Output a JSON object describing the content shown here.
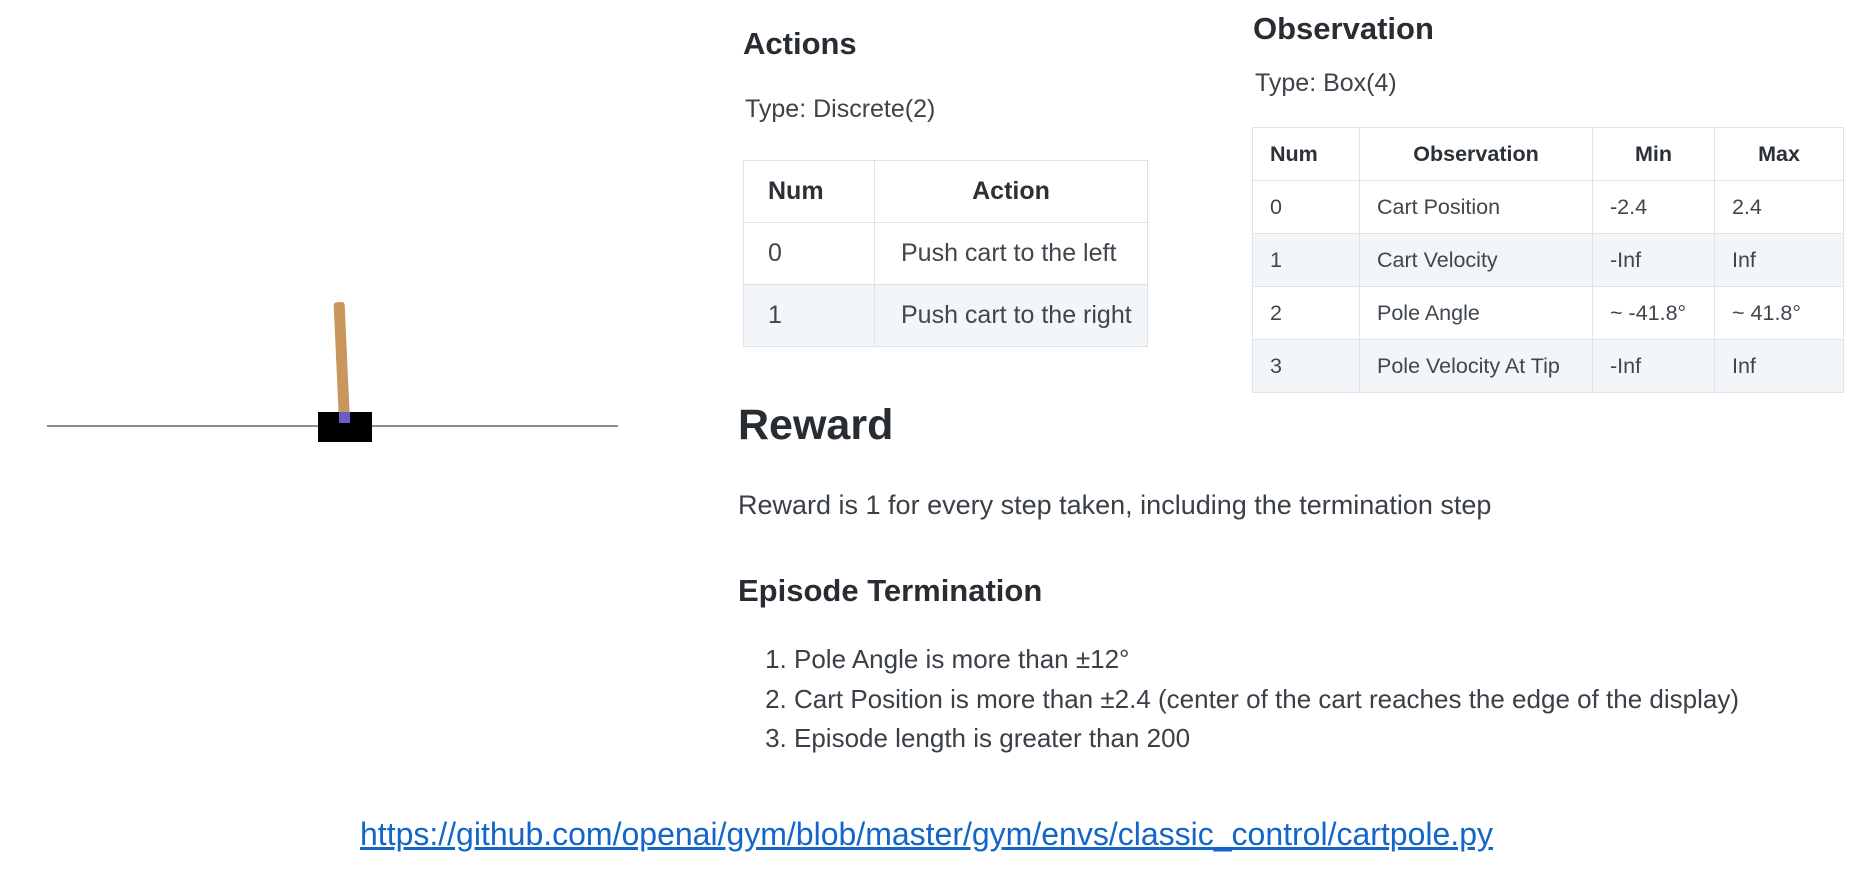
{
  "cartpole": {
    "description": "cartpole environment rendering",
    "track_color": "#8c8c8c",
    "cart_color": "#000000",
    "pole_color": "#c9975c",
    "axle_color": "#6c5ec9"
  },
  "actions": {
    "heading": "Actions",
    "type_label": "Type: Discrete(2)",
    "table": {
      "headers": [
        "Num",
        "Action"
      ],
      "rows": [
        [
          "0",
          "Push cart to the left"
        ],
        [
          "1",
          "Push cart to the right"
        ]
      ]
    }
  },
  "observation": {
    "heading": "Observation",
    "type_label": "Type: Box(4)",
    "table": {
      "headers": [
        "Num",
        "Observation",
        "Min",
        "Max"
      ],
      "rows": [
        [
          "0",
          "Cart Position",
          "-2.4",
          "2.4"
        ],
        [
          "1",
          "Cart Velocity",
          "-Inf",
          "Inf"
        ],
        [
          "2",
          "Pole Angle",
          "~ -41.8°",
          "~ 41.8°"
        ],
        [
          "3",
          "Pole Velocity At Tip",
          "-Inf",
          "Inf"
        ]
      ]
    }
  },
  "reward": {
    "heading": "Reward",
    "text": "Reward is 1 for every step taken, including the termination step"
  },
  "episode_termination": {
    "heading": "Episode Termination",
    "items": [
      "Pole Angle is more than ±12°",
      "Cart Position is more than ±2.4 (center of the cart reaches the edge of the display)",
      "Episode length is greater than 200"
    ]
  },
  "source_link": {
    "text": "https://github.com/openai/gym/blob/master/gym/envs/classic_control/cartpole.py",
    "color": "#1266c9"
  }
}
